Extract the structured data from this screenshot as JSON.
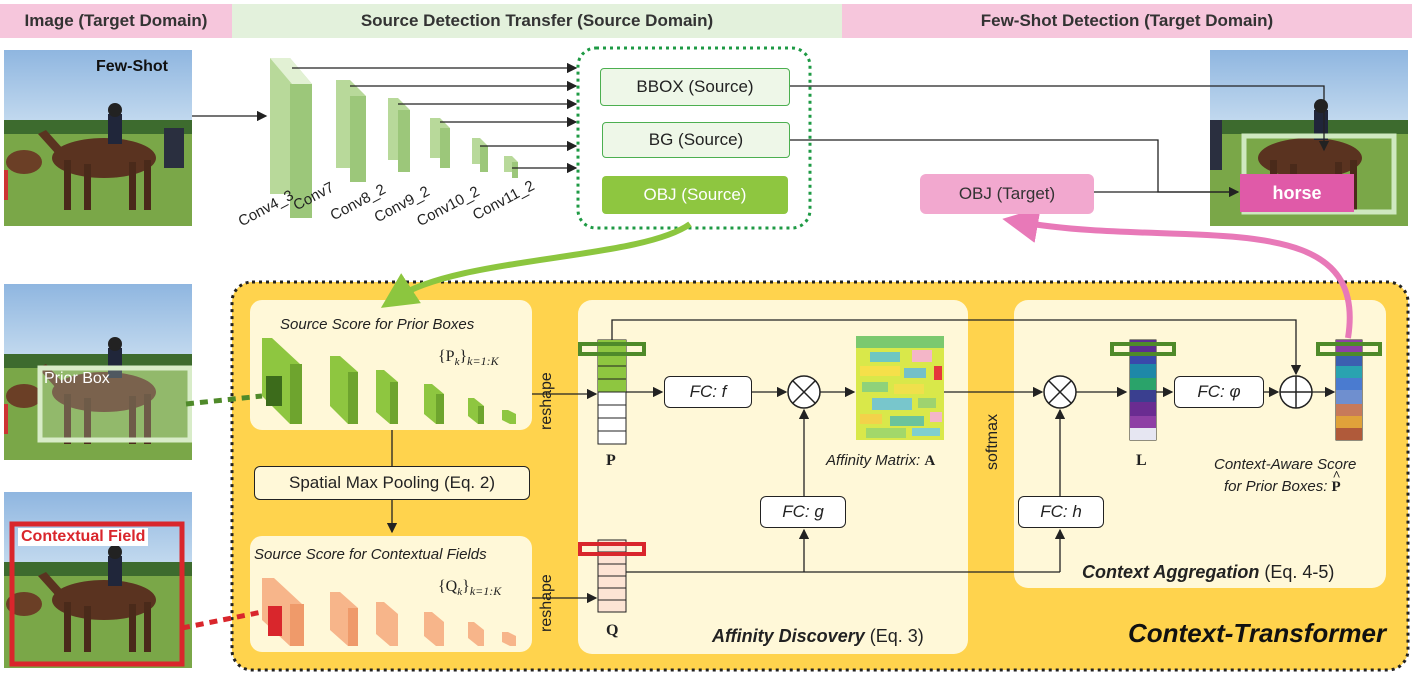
{
  "headers": {
    "image": "Image (Target Domain)",
    "source": "Source Detection Transfer (Source Domain)",
    "fewshot": "Few-Shot Detection (Target Domain)"
  },
  "photos": {
    "fewshot_label": "Few-Shot",
    "prior_box_label": "Prior Box",
    "contextual_field_label": "Contextual Field",
    "result_label": "horse"
  },
  "backbone": {
    "layers": [
      "Conv4_3",
      "Conv7",
      "Conv8_2",
      "Conv9_2",
      "Conv10_2",
      "Conv11_2"
    ]
  },
  "heads": {
    "bbox": "BBOX (Source)",
    "bg": "BG (Source)",
    "obj": "OBJ (Source)",
    "obj_target": "OBJ (Target)"
  },
  "module": {
    "source_prior_title": "Source Score for Prior Boxes",
    "source_prior_set": "{P",
    "source_prior_sub": "k=1:K",
    "spatial_pool": "Spatial Max Pooling (Eq. 2)",
    "source_context_title": "Source Score for Contextual Fields",
    "source_context_set": "{Q",
    "source_context_sub": "k=1:K",
    "reshape": "reshape",
    "p_label": "P",
    "q_label": "Q",
    "fc_f": "FC:  f",
    "fc_g": "FC:  g",
    "fc_h": "FC:  h",
    "fc_phi": "FC:  φ",
    "affinity_matrix": "Affinity Matrix: ",
    "affinity_matrix_bold": "A",
    "softmax": "softmax",
    "l_label": "L",
    "context_aware_1": "Context-Aware Score",
    "context_aware_2": "for Prior Boxes: ",
    "p_hat": "P",
    "affinity_discovery": "Affinity Discovery",
    "affinity_eq": " (Eq. 3)",
    "context_aggregation": "Context Aggregation",
    "context_eq": " (Eq. 4-5)",
    "context_transformer": "Context-Transformer"
  },
  "colors": {
    "header_pink": "#f6c6dc",
    "header_green": "#e3f1dc",
    "module_yellow": "#ffd34d",
    "panel_cream": "#fff8d8",
    "obj_green": "#8ec640",
    "obj_target_pink": "#f2a8cf",
    "horse_pink": "#e05aa8",
    "arrow_green": "#8cc63f",
    "arrow_pink": "#e879b8",
    "context_red": "#d9262c"
  }
}
